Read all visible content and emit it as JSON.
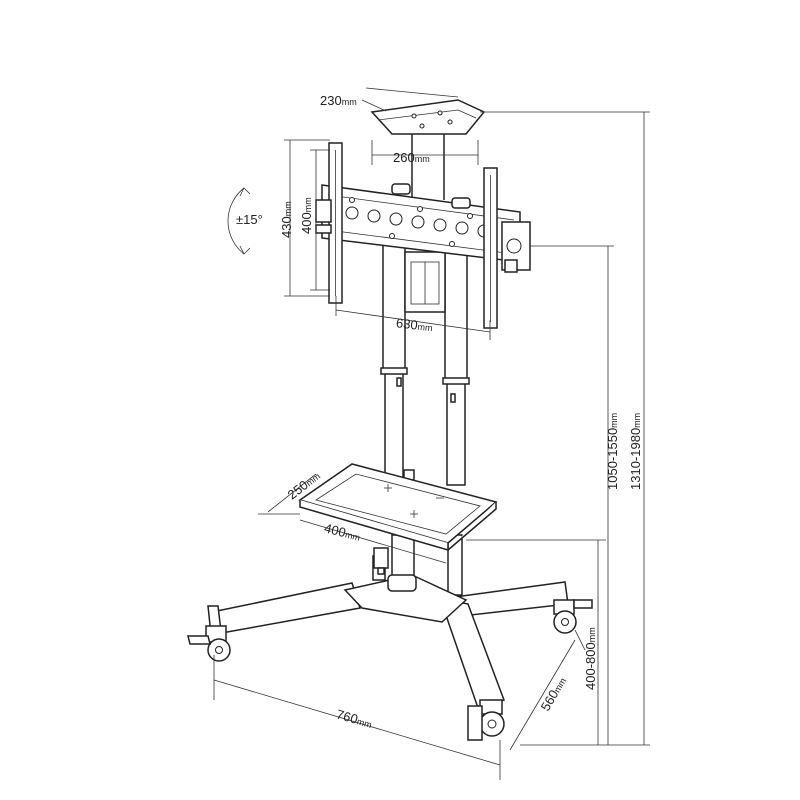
{
  "diagram": {
    "subject": "mobile TV stand with camera shelf and media tray",
    "dimensions": {
      "camera_shelf_depth": {
        "value": "230",
        "unit": "mm"
      },
      "camera_shelf_width": {
        "value": "260",
        "unit": "mm"
      },
      "vesa_height_outer": {
        "value": "430",
        "unit": "mm"
      },
      "vesa_height_inner": {
        "value": "400",
        "unit": "mm"
      },
      "tilt": {
        "value": "±15°"
      },
      "vesa_width": {
        "value": "630",
        "unit": "mm"
      },
      "tray_depth": {
        "value": "250",
        "unit": "mm"
      },
      "tray_width": {
        "value": "400",
        "unit": "mm"
      },
      "mount_height": {
        "value": "1050-1550",
        "unit": "mm"
      },
      "overall_height": {
        "value": "1310-1980",
        "unit": "mm"
      },
      "tray_height": {
        "value": "400-800",
        "unit": "mm"
      },
      "base_width": {
        "value": "760",
        "unit": "mm"
      },
      "base_depth": {
        "value": "560",
        "unit": "mm"
      }
    }
  }
}
